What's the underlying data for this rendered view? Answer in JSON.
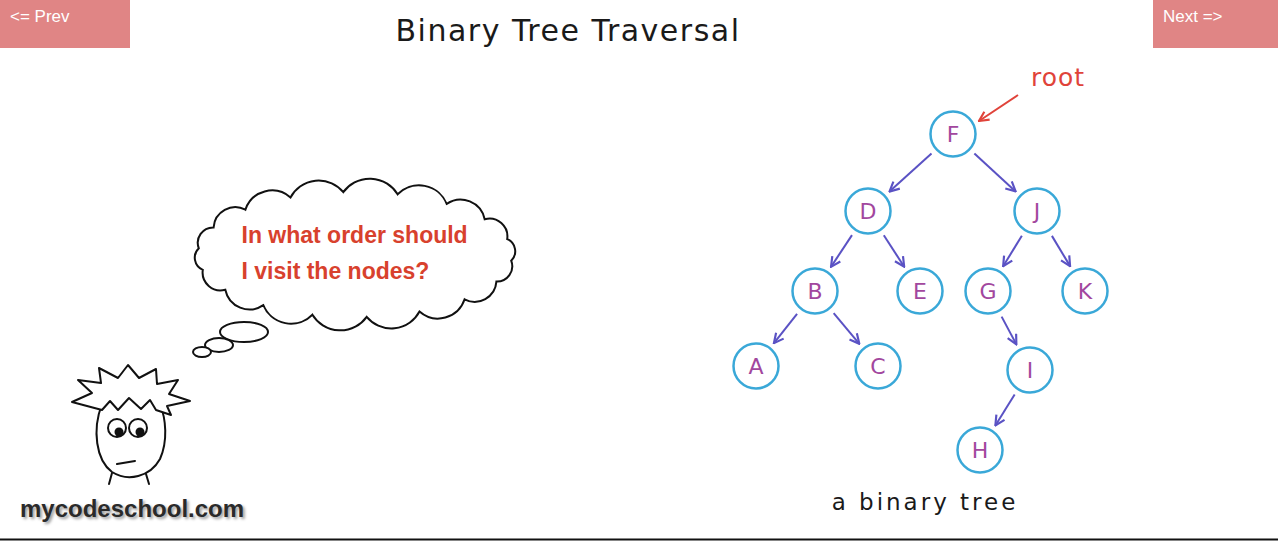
{
  "diagram": {
    "title": "Binary Tree Traversal",
    "nodes": [
      {
        "text": [
          "<= Prev"
        ]
      },
      {
        "text": [
          "Next =>"
        ]
      },
      {
        "text": [
          "In what order should I visit the nodes?"
        ]
      },
      {
        "text": [
          "F"
        ]
      },
      {
        "text": [
          "D"
        ]
      },
      {
        "text": [
          "J"
        ]
      },
      {
        "text": [
          "B"
        ]
      },
      {
        "text": [
          "E"
        ]
      },
      {
        "text": [
          "G"
        ]
      },
      {
        "text": [
          "K"
        ]
      },
      {
        "text": [
          "A"
        ]
      },
      {
        "text": [
          "C"
        ]
      },
      {
        "text": [
          "I"
        ]
      },
      {
        "text": [
          "H"
        ]
      }
    ],
    "edges": [
      {
        "from": 3,
        "to": 4,
        "arrow": "to"
      },
      {
        "from": 3,
        "to": 5,
        "arrow": "to"
      },
      {
        "from": 4,
        "to": 6,
        "arrow": "to"
      },
      {
        "from": 4,
        "to": 7,
        "arrow": "to"
      },
      {
        "from": 5,
        "to": 8,
        "arrow": "to"
      },
      {
        "from": 5,
        "to": 9,
        "arrow": "to"
      },
      {
        "from": 6,
        "to": 10,
        "arrow": "to"
      },
      {
        "from": 6,
        "to": 11,
        "arrow": "to"
      },
      {
        "from": 8,
        "to": 12,
        "arrow": "to"
      },
      {
        "from": 12,
        "to": 13,
        "arrow": "to"
      }
    ],
    "labels": [
      "root",
      "a binary tree",
      "mycodeschool.com"
    ]
  }
}
